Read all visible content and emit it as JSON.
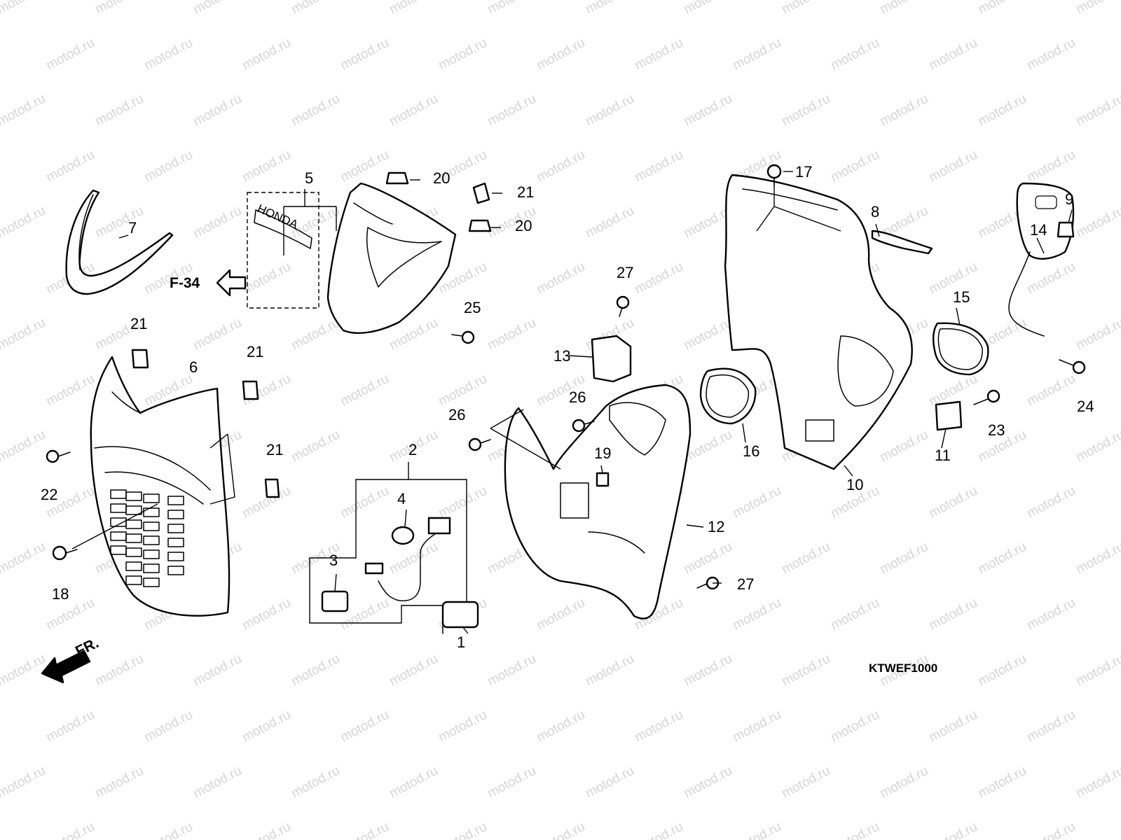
{
  "watermark": "motod.ru",
  "diagram_code": "KTWEF1000",
  "reference_label": "F-34",
  "front_label": "FR.",
  "logo_text": "HONDA",
  "callouts": [
    {
      "id": "1",
      "label": "1"
    },
    {
      "id": "2",
      "label": "2"
    },
    {
      "id": "3",
      "label": "3"
    },
    {
      "id": "4",
      "label": "4"
    },
    {
      "id": "5",
      "label": "5"
    },
    {
      "id": "6",
      "label": "6"
    },
    {
      "id": "7",
      "label": "7"
    },
    {
      "id": "8",
      "label": "8"
    },
    {
      "id": "9",
      "label": "9"
    },
    {
      "id": "10",
      "label": "10"
    },
    {
      "id": "11",
      "label": "11"
    },
    {
      "id": "12",
      "label": "12"
    },
    {
      "id": "13",
      "label": "13"
    },
    {
      "id": "14",
      "label": "14"
    },
    {
      "id": "15",
      "label": "15"
    },
    {
      "id": "16",
      "label": "16"
    },
    {
      "id": "17",
      "label": "17"
    },
    {
      "id": "18",
      "label": "18"
    },
    {
      "id": "19",
      "label": "19"
    },
    {
      "id": "20a",
      "label": "20"
    },
    {
      "id": "20b",
      "label": "20"
    },
    {
      "id": "21a",
      "label": "21"
    },
    {
      "id": "21b",
      "label": "21"
    },
    {
      "id": "21c",
      "label": "21"
    },
    {
      "id": "21d",
      "label": "21"
    },
    {
      "id": "22",
      "label": "22"
    },
    {
      "id": "23",
      "label": "23"
    },
    {
      "id": "24",
      "label": "24"
    },
    {
      "id": "25",
      "label": "25"
    },
    {
      "id": "26a",
      "label": "26"
    },
    {
      "id": "26b",
      "label": "26"
    },
    {
      "id": "27a",
      "label": "27"
    },
    {
      "id": "27b",
      "label": "27"
    }
  ]
}
